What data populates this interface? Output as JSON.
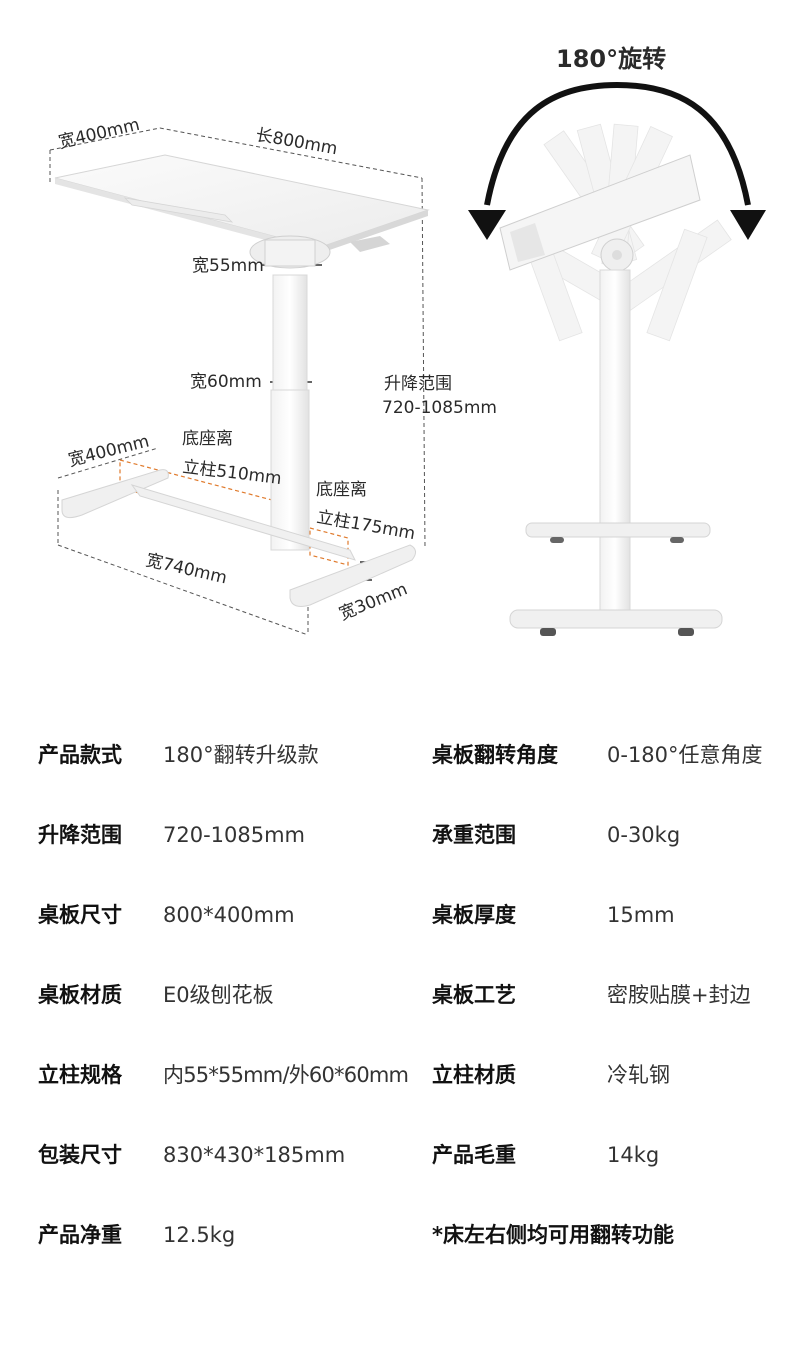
{
  "diagram": {
    "rotation_label": "180°旋转",
    "dims": {
      "top_width": "宽400mm",
      "top_length": "长800mm",
      "inner_column": "宽55mm",
      "outer_column": "宽60mm",
      "lift_range_title": "升降范围",
      "lift_range_value": "720-1085mm",
      "base_width": "宽400mm",
      "base_to_column_510_line1": "底座离",
      "base_to_column_510_line2": "立柱510mm",
      "base_to_column_175_line1": "底座离",
      "base_to_column_175_line2": "立柱175mm",
      "base_length": "宽740mm",
      "foot_width": "宽30mm"
    }
  },
  "specs": [
    {
      "label": "产品款式",
      "value": "180°翻转升级款",
      "label2": "桌板翻转角度",
      "value2": "0-180°任意角度"
    },
    {
      "label": "升降范围",
      "value": "720-1085mm",
      "label2": "承重范围",
      "value2": "0-30kg"
    },
    {
      "label": "桌板尺寸",
      "value": "800*400mm",
      "label2": "桌板厚度",
      "value2": "15mm"
    },
    {
      "label": "桌板材质",
      "value": "E0级刨花板",
      "label2": "桌板工艺",
      "value2": "密胺贴膜+封边"
    },
    {
      "label": "立柱规格",
      "value": "内55*55mm/外60*60mm",
      "label2": "立柱材质",
      "value2": "冷轧钢"
    },
    {
      "label": "包装尺寸",
      "value": "830*430*185mm",
      "label2": "产品毛重",
      "value2": "14kg"
    }
  ],
  "last_row": {
    "label": "产品净重",
    "value": "12.5kg",
    "note": "*床左右侧均可用翻转功能"
  }
}
